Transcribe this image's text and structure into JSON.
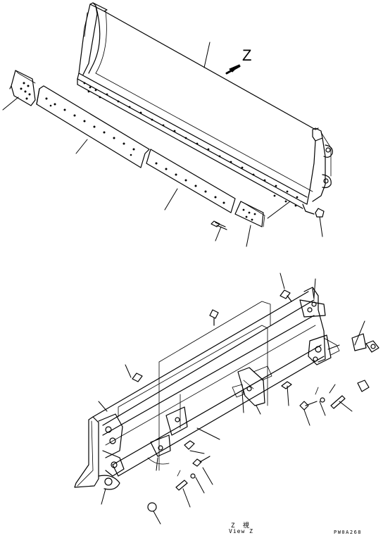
{
  "view_marker": "Z",
  "caption": {
    "title": "Z 視",
    "subtitle": "View Z"
  },
  "drawing_code": "PW0A268",
  "colors": {
    "line": "#000000",
    "background": "#ffffff"
  }
}
